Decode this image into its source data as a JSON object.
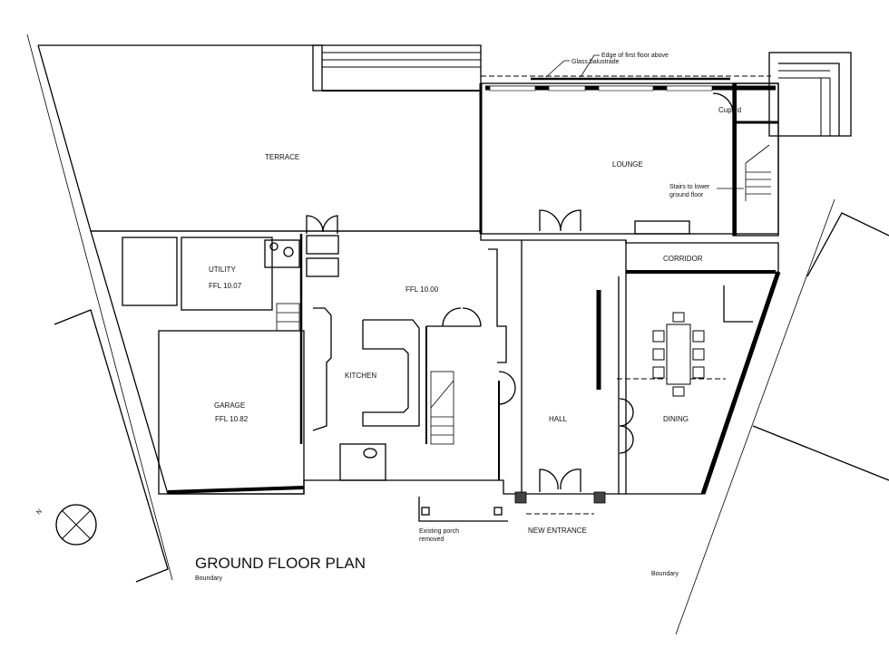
{
  "title": "GROUND FLOOR PLAN",
  "rooms": {
    "terrace": "TERRACE",
    "lounge": "LOUNGE",
    "utility": "UTILITY",
    "utility_ffl": "FFL 10.07",
    "kitchen": "KITCHEN",
    "kitchen_ffl": "FFL 10.00",
    "garage": "GARAGE",
    "garage_ffl": "FFL 10.82",
    "hall": "HALL",
    "dining": "DINING",
    "corridor": "CORRIDOR",
    "cupboard": "Cupb'd"
  },
  "annotations": {
    "glass_balustrade": "Glass balustrade",
    "edge_first_floor": "Edge of first floor above",
    "stairs_line1": "Stairs to lower",
    "stairs_line2": "ground floor",
    "porch_line1": "Existing porch",
    "porch_line2": "removed",
    "new_entrance": "NEW ENTRANCE",
    "boundary_left": "Boundary",
    "boundary_right": "Boundary",
    "north": "N"
  }
}
